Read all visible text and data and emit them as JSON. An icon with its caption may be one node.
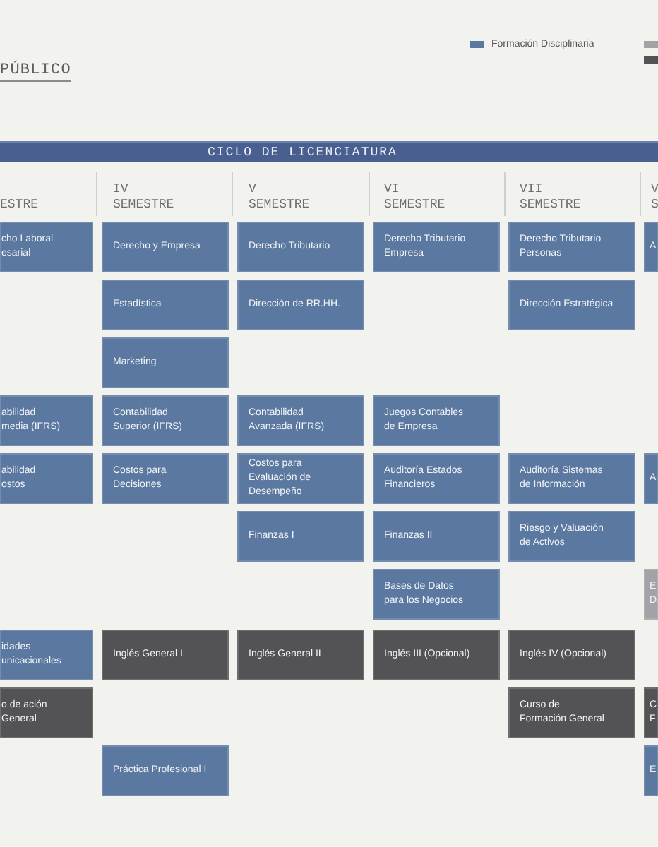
{
  "diagram": {
    "title": "PÚBLICO",
    "nodes": [
      {
        "text": [
          "CICLO DE LICENCIATURA"
        ]
      },
      {
        "text": [
          "cho Laboral esarial"
        ]
      },
      {
        "text": [
          "Derecho y Empresa"
        ]
      },
      {
        "text": [
          "Derecho Tributario"
        ]
      },
      {
        "text": [
          "Derecho Tributario Empresa"
        ]
      },
      {
        "text": [
          "Derecho Tributario Personas"
        ]
      },
      {
        "text": [
          "A"
        ]
      },
      {
        "text": [
          "Estadística"
        ]
      },
      {
        "text": [
          "Dirección de RR.HH."
        ]
      },
      {
        "text": [
          "Dirección Estratégica"
        ]
      },
      {
        "text": [
          "Marketing"
        ]
      },
      {
        "text": [
          "abilidad media (IFRS)"
        ]
      },
      {
        "text": [
          "Contabilidad Superior (IFRS)"
        ]
      },
      {
        "text": [
          "Contabilidad Avanzada (IFRS)"
        ]
      },
      {
        "text": [
          "Juegos Contables de Empresa"
        ]
      },
      {
        "text": [
          "abilidad ostos"
        ]
      },
      {
        "text": [
          "Costos para Decisiones"
        ]
      },
      {
        "text": [
          "Costos para Evaluación de Desempeño"
        ]
      },
      {
        "text": [
          "Auditoría Estados Financieros"
        ]
      },
      {
        "text": [
          "Auditoría Sistemas de Información"
        ]
      },
      {
        "text": [
          "A"
        ]
      },
      {
        "text": [
          "Finanzas I"
        ]
      },
      {
        "text": [
          "Finanzas II"
        ]
      },
      {
        "text": [
          "Riesgo y Valuación de Activos"
        ]
      },
      {
        "text": [
          "Bases de Datos para los Negocios"
        ]
      },
      {
        "text": [
          "E D"
        ]
      },
      {
        "text": [
          "idades unicacionales"
        ]
      },
      {
        "text": [
          "Inglés General I"
        ]
      },
      {
        "text": [
          "Inglés General II"
        ]
      },
      {
        "text": [
          "Inglés III (Opcional)"
        ]
      },
      {
        "text": [
          "Inglés IV (Opcional)"
        ]
      },
      {
        "text": [
          "o de ación General"
        ]
      },
      {
        "text": [
          "Curso de Formación General"
        ]
      },
      {
        "text": [
          "C F"
        ]
      },
      {
        "text": [
          "Práctica Profesional I"
        ]
      },
      {
        "text": [
          "E"
        ]
      }
    ],
    "labels": [
      "ESTRE",
      "IV SEMESTRE",
      "V SEMESTRE",
      "VI SEMESTRE",
      "VII SEMESTRE",
      "V S"
    ],
    "legend": [
      {
        "text": "Formación Disciplinaria",
        "color": "#5a78a0"
      }
    ]
  }
}
